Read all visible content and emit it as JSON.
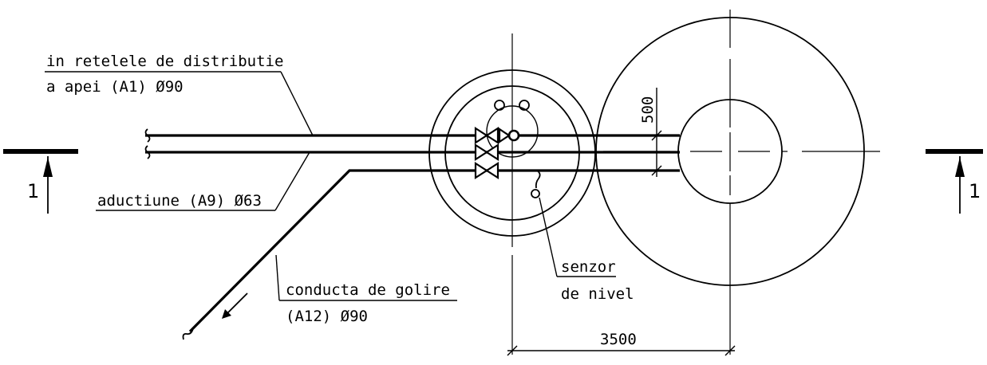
{
  "labels": {
    "distributie_line1": "in retelele de distributie",
    "distributie_line2": "a apei (A1) Ø90",
    "aductiune": "aductiune (A9) Ø63",
    "golire_line1": "conducta de golire",
    "golire_line2": "(A12) Ø90",
    "senzor_line1": "senzor",
    "senzor_line2": "de nivel"
  },
  "dimensions": {
    "vertical_offset": "500",
    "horizontal_span": "3500"
  },
  "section_marks": {
    "left": "1",
    "right": "1"
  }
}
